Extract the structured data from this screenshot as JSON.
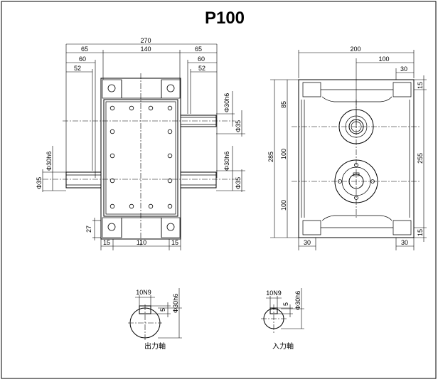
{
  "title": "P100",
  "front_view": {
    "dims_top": [
      "270",
      "140",
      "65",
      "65",
      "60",
      "60",
      "52",
      "52"
    ],
    "dims_bottom": [
      "15",
      "110",
      "15"
    ],
    "dim_left_27": "27",
    "shaft_labels": [
      "Φ30h6",
      "Φ35",
      "Φ30h6",
      "Φ35",
      "Φ30h6",
      "Φ35"
    ]
  },
  "side_view": {
    "dims_top": [
      "200",
      "100",
      "30"
    ],
    "dims_left": [
      "285",
      "85",
      "100",
      "100"
    ],
    "dims_right": [
      "15",
      "255",
      "15"
    ],
    "dims_bottom": [
      "30",
      "30"
    ]
  },
  "output_shaft": {
    "key_label": "10N9",
    "depth_label": "5",
    "dia_label": "Φ30h6",
    "caption": "出力軸"
  },
  "input_shaft": {
    "key_label": "10N9",
    "depth_label": "5",
    "dia_label": "Φ30h6",
    "caption": "入力軸"
  }
}
